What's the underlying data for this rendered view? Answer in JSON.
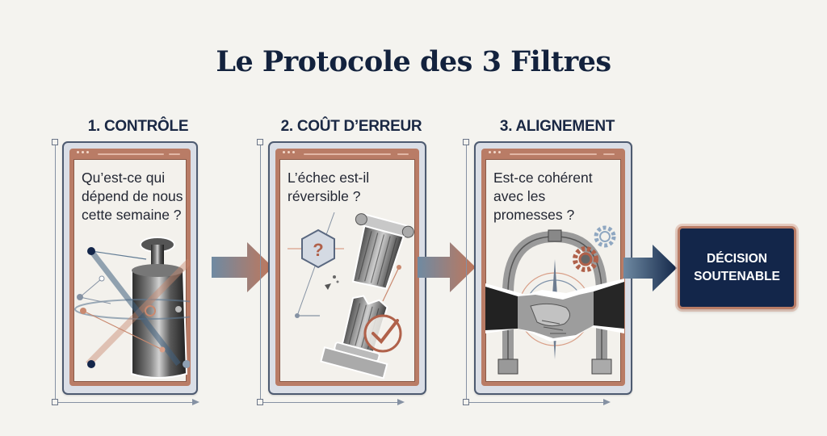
{
  "title": "Le Protocole des 3 Filtres",
  "steps": [
    {
      "label": "1. CONTRÔLE",
      "question_lines": [
        "Qu’est-ce qui",
        "dépend de nous",
        "cette semaine ?"
      ],
      "illustration": "weight-with-orbits-icon"
    },
    {
      "label": "2. COÛT D’ERREUR",
      "question_lines": [
        "L’échec est-il",
        "réversible ?"
      ],
      "illustration": "broken-column-icon",
      "badges": [
        "question-hexagon-icon",
        "check-circle-icon"
      ]
    },
    {
      "label": "3. ALIGNEMENT",
      "question_lines": [
        "Est-ce cohérent",
        "avec les",
        "promesses ?"
      ],
      "illustration": "handshake-arch-icon",
      "badges": [
        "gear-icon",
        "gear-icon"
      ]
    }
  ],
  "result": {
    "lines": [
      "DÉCISION",
      "SOUTENABLE"
    ]
  },
  "colors": {
    "navy": "#13264a",
    "copper": "#b97c66",
    "slate": "#5f7a93",
    "background": "#f4f3ef",
    "frame": "#dadee6"
  }
}
